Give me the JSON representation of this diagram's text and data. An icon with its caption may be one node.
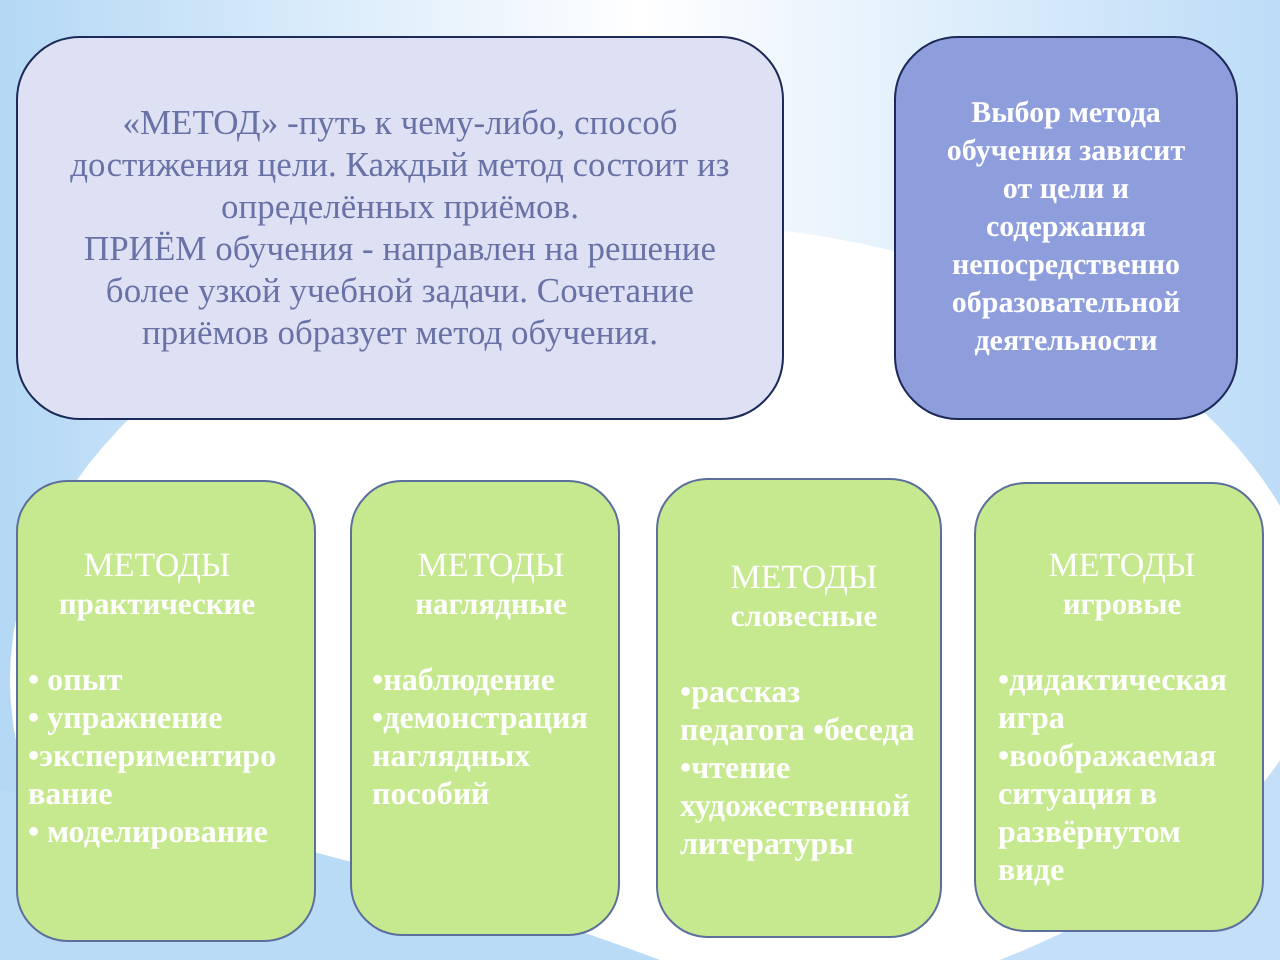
{
  "diagram": {
    "nodes": [
      {
        "text": [
          "«МЕТОД» -путь к чему-либо, способ достижения цели. Каждый метод состоит из определённых приёмов.",
          "ПРИЁМ обучения - направлен на решение более узкой учебной задачи. Сочетание приёмов образует метод обучения."
        ]
      },
      {
        "text": [
          "Выбор метода обучения зависит от цели и содержания непосредственно образовательной деятельности"
        ]
      },
      {
        "text": [
          "МЕТОДЫ",
          "практические",
          "• опыт",
          "• упражнение",
          "•экспериментирование",
          "• моделирование"
        ]
      },
      {
        "text": [
          "МЕТОДЫ",
          "наглядные",
          "•наблюдение",
          "•демонстрация наглядных пособий"
        ]
      },
      {
        "text": [
          "МЕТОДЫ",
          "словесные",
          "•рассказ педагога •беседа",
          "•чтение художественной литературы"
        ]
      },
      {
        "text": [
          "МЕТОДЫ",
          "игровые",
          "•дидактическая игра",
          "•воображаемая ситуация в развёрнутом виде"
        ]
      }
    ]
  }
}
